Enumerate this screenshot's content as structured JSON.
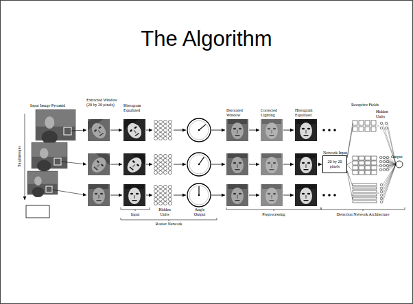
{
  "diagram": {
    "title": "The Algorithm",
    "nodes": [
      {
        "text": [
          "Network Input",
          "20 by 20 pixels"
        ]
      }
    ],
    "labels": [
      "Input Image Pyramid",
      "Extracted Window (20 by 20 pixels)",
      "Histogram Equalized",
      "Derotated Window",
      "Corrected Lighting",
      "Histogram Equalized",
      "Receptive Fields",
      "Hidden Units",
      "Output",
      "subsampling",
      "Input",
      "Hidden Units",
      "Angle Output",
      "Router Network",
      "Preprocessing",
      "Detection Network Architecture"
    ]
  }
}
